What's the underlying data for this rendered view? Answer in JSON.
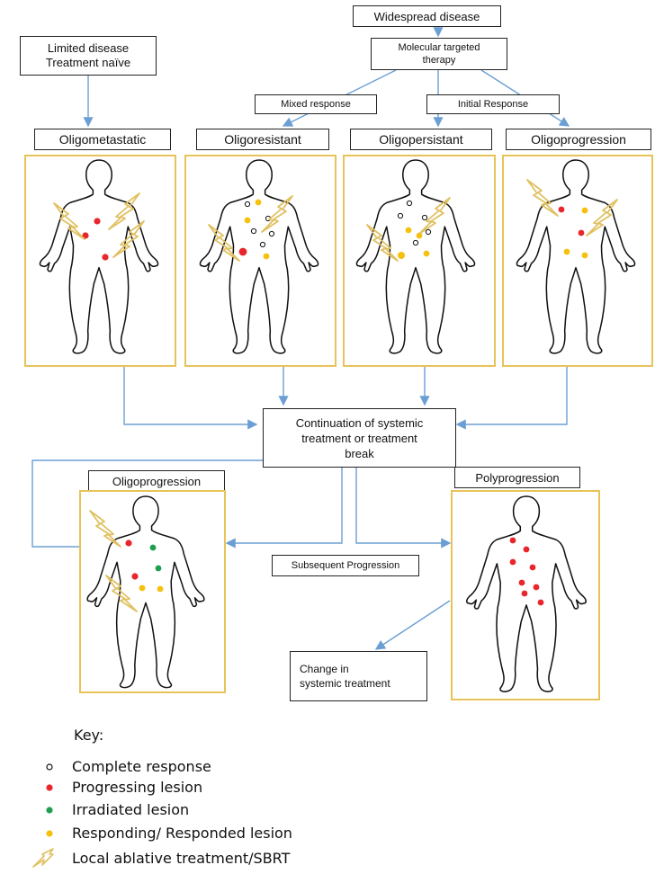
{
  "boxes": {
    "widespread": "Widespread disease",
    "limited_line1": "Limited disease",
    "limited_line2": "Treatment naïve",
    "molecular_line1": "Molecular targeted",
    "molecular_line2": "therapy",
    "mixed_response": "Mixed response",
    "initial_response": "Initial Response",
    "continuation_line1": "Continuation of systemic",
    "continuation_line2": "treatment or treatment",
    "continuation_line3": "break",
    "subsequent_progression": "Subsequent Progression",
    "change_line1": "Change in",
    "change_line2": "systemic treatment"
  },
  "panels": {
    "oligometastatic": "Oligometastatic",
    "oligoresistant": "Oligoresistant",
    "oligopersistant": "Oligopersistant",
    "oligoprogression_top": "Oligoprogression",
    "oligoprogression_bottom": "Oligoprogression",
    "polyprogression": "Polyprogression"
  },
  "key": {
    "title": "Key:",
    "items": [
      {
        "label": "Complete response",
        "symbol": "open-circle-icon"
      },
      {
        "label": "Progressing lesion",
        "symbol": "red-dot-icon"
      },
      {
        "label": "Irradiated lesion",
        "symbol": "green-dot-icon"
      },
      {
        "label": "Responding/ Responded lesion",
        "symbol": "yellow-dot-icon"
      },
      {
        "label": "Local ablative treatment/SBRT",
        "symbol": "lightning-bolt-icon"
      }
    ]
  },
  "colors": {
    "progressing": "#e8262b",
    "irradiated": "#1e9e52",
    "responding": "#f5c10e",
    "panel_border": "#e7c35a",
    "arrow": "#6b9fd4",
    "bolt": "#e0c060"
  }
}
